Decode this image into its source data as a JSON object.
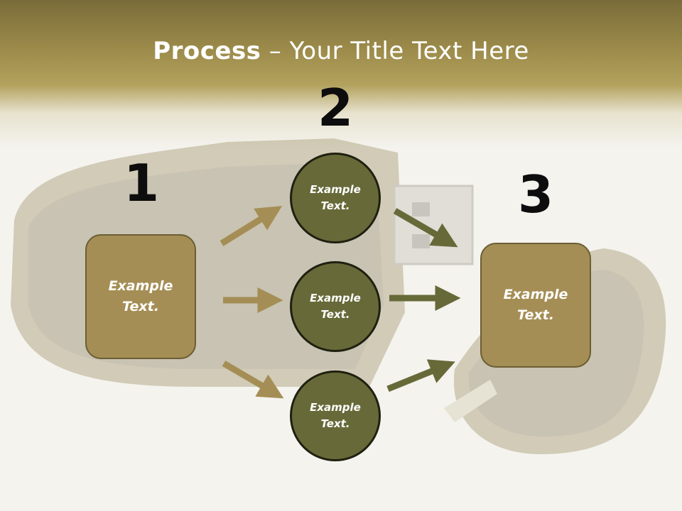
{
  "title": {
    "bold": "Process",
    "rest": " – Your Title Text Here"
  },
  "steps": {
    "one": "1",
    "two": "2",
    "three": "3"
  },
  "boxes": {
    "left": "Example\nText.",
    "right": "Example\nText."
  },
  "circles": {
    "top": "Example\nText.",
    "middle": "Example\nText.",
    "bottom": "Example\nText."
  },
  "colors": {
    "box_fill": "#a58e55",
    "circle_fill": "#676a38",
    "arrow_light": "#a58e55",
    "arrow_dark": "#676a38",
    "header_band": "#9c8b4a"
  }
}
